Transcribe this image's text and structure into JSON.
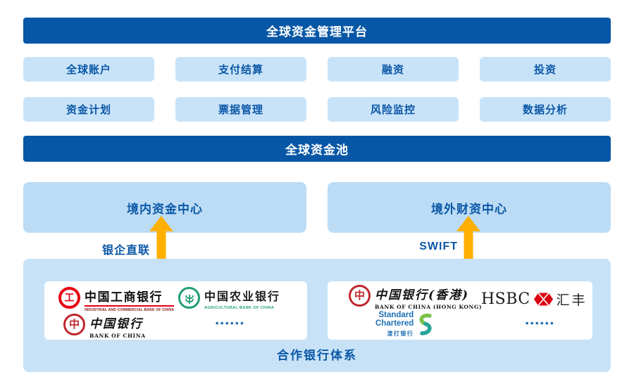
{
  "platform": {
    "title": "全球资金管理平台"
  },
  "modules": [
    "全球账户",
    "支付结算",
    "融资",
    "投资",
    "资金计划",
    "票据管理",
    "风险监控",
    "数据分析"
  ],
  "pool": {
    "title": "全球资金池"
  },
  "centers": {
    "domestic": {
      "label": "境内资金中心",
      "link": "银企直联"
    },
    "overseas": {
      "label": "境外财资中心",
      "link": "SWIFT"
    }
  },
  "partner_banks": {
    "title": "合作银行体系",
    "icbc": {
      "symbol": "工",
      "cn": "中国工商银行",
      "en": "INDUSTRIAL AND COMMERCIAL BANK OF CHINA"
    },
    "abc": {
      "cn": "中国农业银行",
      "en": "AGRICULTURAL BANK OF CHINA"
    },
    "boc": {
      "symbol": "中",
      "cn": "中国银行",
      "en": "BANK OF CHINA"
    },
    "bochk": {
      "symbol": "中",
      "cn": "中国银行(香港)",
      "en": "BANK OF CHINA (HONG KONG)"
    },
    "hsbc": {
      "en": "HSBC",
      "cn": "汇丰"
    },
    "sc": {
      "en1": "Standard",
      "en2": "Chartered",
      "cn": "渣打银行"
    },
    "more": "••••••"
  },
  "colors": {
    "dark_blue": "#0857A6",
    "light_blue": "#C8E3F8",
    "center_blue": "#BCDCF5",
    "container_blue": "#C7E2F7",
    "text_blue": "#0B57A6",
    "arrow_orange": "#FFAF00",
    "icbc_red": "#E60012",
    "abc_green": "#1F9D77",
    "boc_red": "#C0272D",
    "hsbc_red": "#DB0011",
    "sc_blue": "#1E6FB8"
  }
}
